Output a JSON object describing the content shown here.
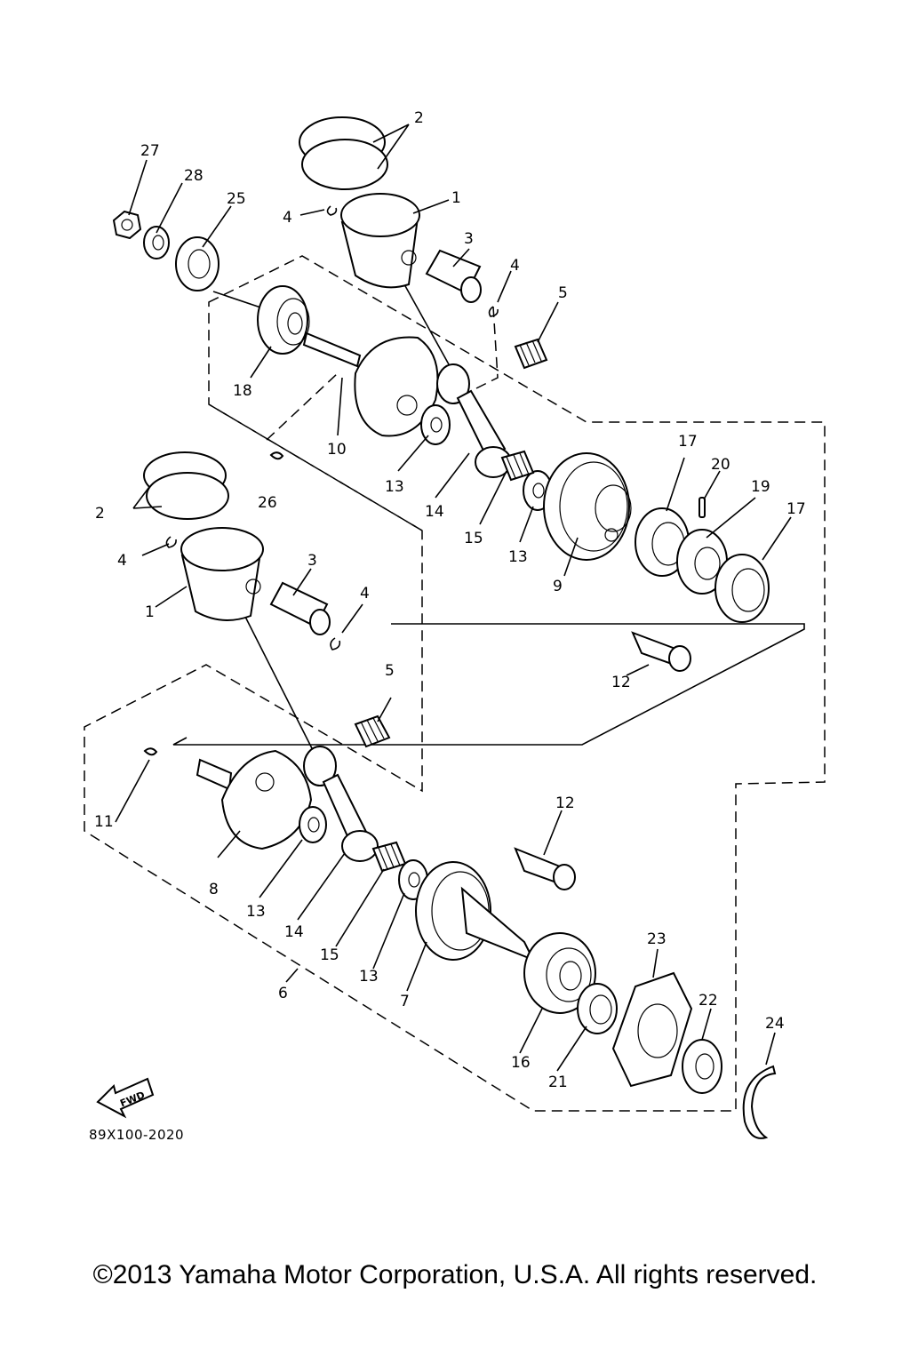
{
  "diagram": {
    "callouts": [
      "2",
      "27",
      "28",
      "25",
      "4",
      "1",
      "3",
      "4",
      "5",
      "18",
      "10",
      "26",
      "13",
      "14",
      "15",
      "13",
      "9",
      "17",
      "20",
      "19",
      "17",
      "2",
      "4",
      "3",
      "1",
      "4",
      "12",
      "5",
      "11",
      "8",
      "13",
      "14",
      "15",
      "13",
      "12",
      "7",
      "6",
      "16",
      "21",
      "23",
      "22",
      "24"
    ],
    "drawing_code": "89X100-2020",
    "fwd_label": "FWD"
  },
  "footer": {
    "copyright": "©2013 Yamaha Motor Corporation, U.S.A. All rights reserved."
  }
}
